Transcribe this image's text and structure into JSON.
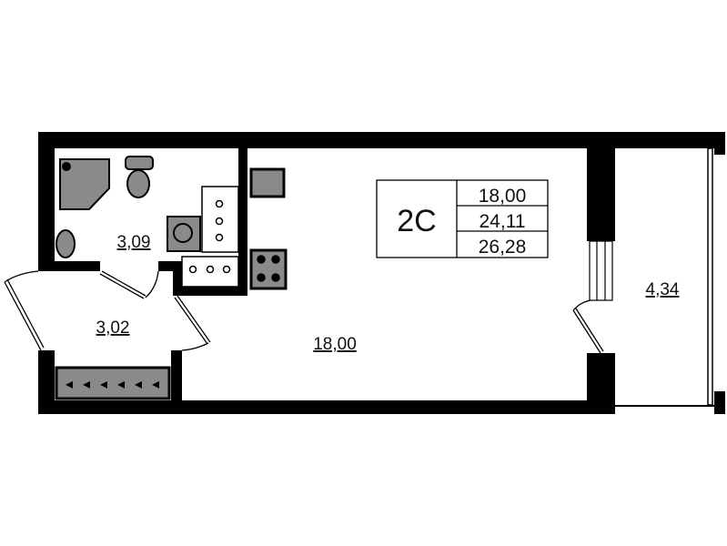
{
  "plan": {
    "unit_type": "2C",
    "areas_table": [
      "18,00",
      "24,11",
      "26,28"
    ],
    "rooms": {
      "bathroom": "3,09",
      "hallway": "3,02",
      "living_room": "18,00",
      "balcony": "4,34"
    }
  },
  "colors": {
    "wall": "#000000",
    "fixture": "#8a8a8a",
    "background": "#ffffff"
  }
}
